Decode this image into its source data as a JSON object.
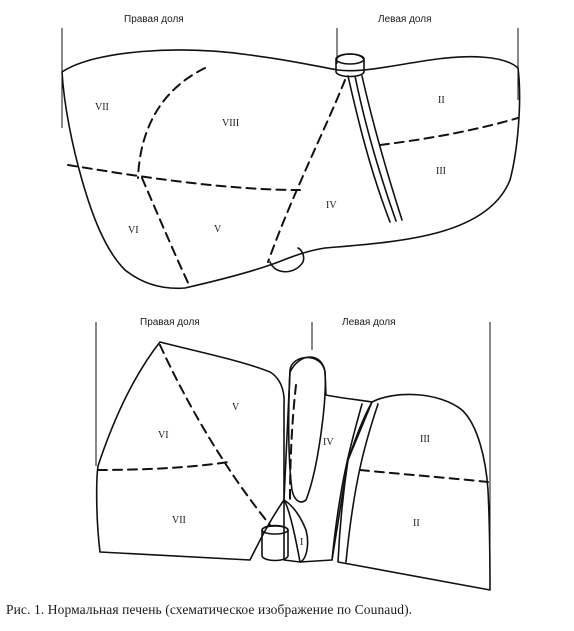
{
  "top_diagram": {
    "right_lobe_label": "Правая доля",
    "left_lobe_label": "Левая доля",
    "segments": [
      "VII",
      "VIII",
      "II",
      "III",
      "IV",
      "VI",
      "V"
    ]
  },
  "bottom_diagram": {
    "right_lobe_label": "Правая доля",
    "left_lobe_label": "Левая доля",
    "segments": [
      "VI",
      "V",
      "IV",
      "III",
      "VII",
      "II",
      "I"
    ]
  },
  "caption": "Рис. 1. Нормальная печень (схематическое изображение по Counaud)."
}
